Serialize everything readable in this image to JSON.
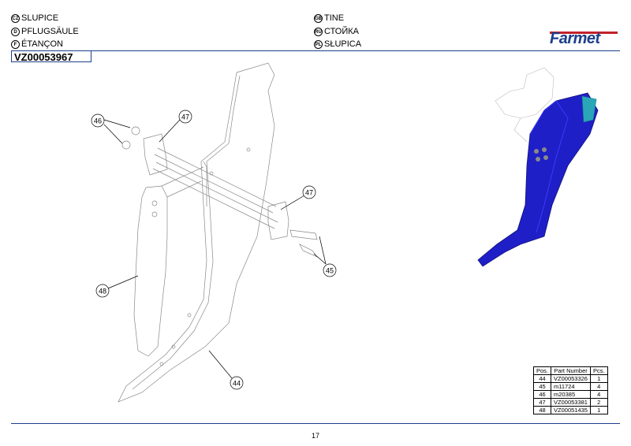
{
  "header": {
    "left": [
      {
        "lang": "CZ",
        "text": "SLUPICE"
      },
      {
        "lang": "D",
        "text": "PFLUGSÄULE"
      },
      {
        "lang": "F",
        "text": "ÉTANÇON"
      }
    ],
    "right": [
      {
        "lang": "GB",
        "text": "TINE"
      },
      {
        "lang": "RU",
        "text": "СТОЙКА"
      },
      {
        "lang": "PL",
        "text": "SŁUPICA"
      }
    ],
    "code": "VZ00053967",
    "logo": "Farmet"
  },
  "callouts": {
    "c46": "46",
    "c47a": "47",
    "c47b": "47",
    "c45": "45",
    "c48": "48",
    "c44": "44"
  },
  "parts_table": {
    "headers": [
      "Pos.",
      "Part Number",
      "Pcs."
    ],
    "rows": [
      {
        "pos": "44",
        "part": "VZ00053326",
        "pcs": "1"
      },
      {
        "pos": "45",
        "part": "m11724",
        "pcs": "4"
      },
      {
        "pos": "46",
        "part": "m20385",
        "pcs": "4"
      },
      {
        "pos": "47",
        "part": "VZ00053381",
        "pcs": "2"
      },
      {
        "pos": "48",
        "part": "VZ00051435",
        "pcs": "1"
      }
    ]
  },
  "page_number": "17",
  "colors": {
    "brand_blue": "#1b3f8b",
    "logo_red": "#c0222b",
    "render_blue": "#1f1fc8"
  }
}
